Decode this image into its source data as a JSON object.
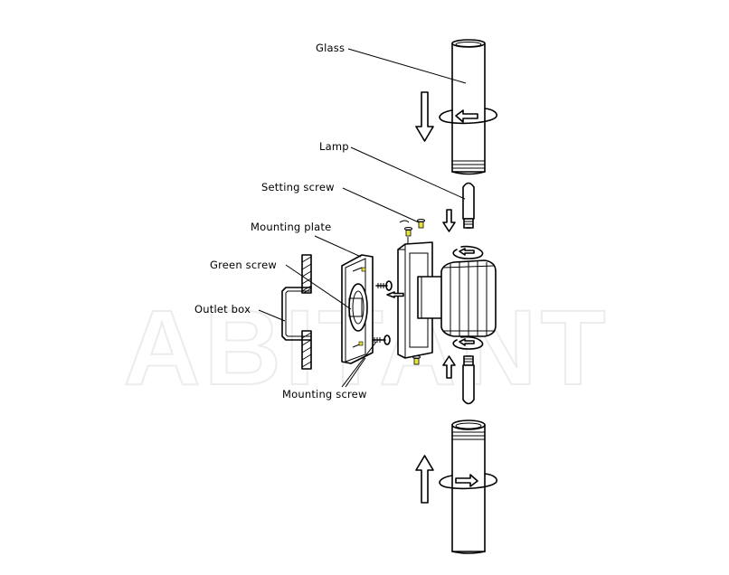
{
  "watermark": "ABITANT",
  "labels": {
    "glass": "Glass",
    "lamp": "Lamp",
    "setting_screw": "Setting screw",
    "mounting_plate": "Mounting plate",
    "green_screw": "Green screw",
    "outlet_box": "Outlet box",
    "mounting_screw": "Mounting screw"
  },
  "colors": {
    "line": "#000000",
    "background": "#ffffff",
    "screw_highlight": "#e8e23a",
    "watermark_outline": "#ececec"
  },
  "icons": [
    "arrow-down-icon",
    "arrow-up-icon",
    "arrow-left-icon",
    "rotation-arrow-icon"
  ]
}
